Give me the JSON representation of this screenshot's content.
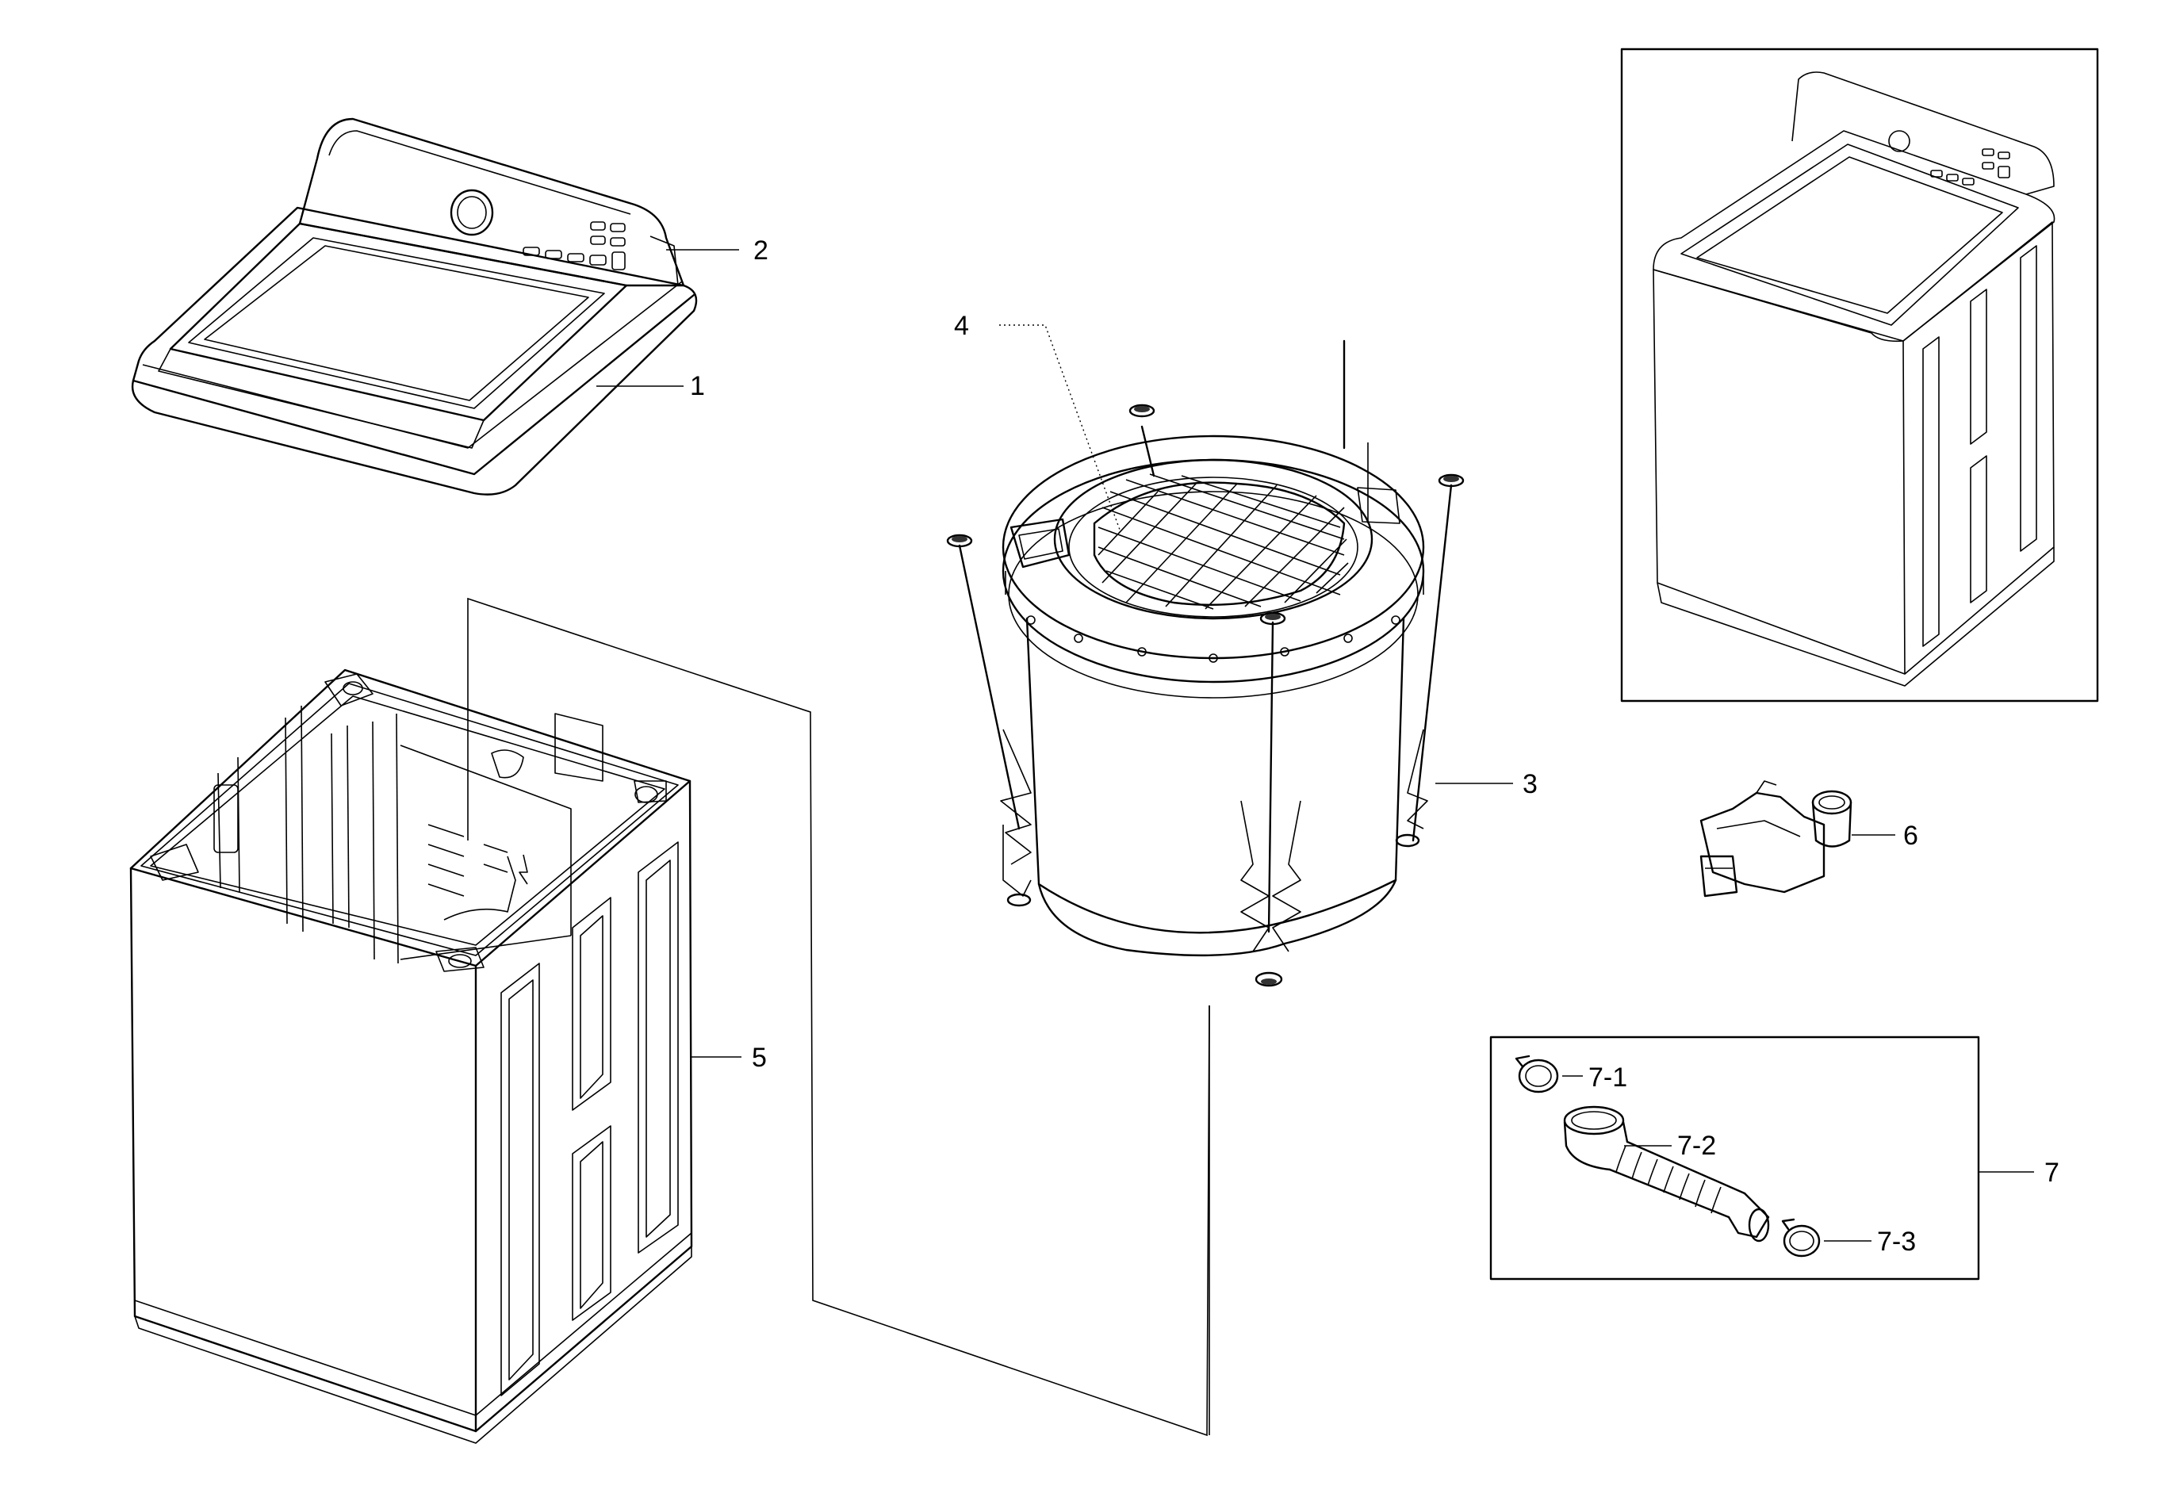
{
  "callouts": {
    "c1": "1",
    "c2": "2",
    "c3": "3",
    "c4": "4",
    "c5": "5",
    "c6": "6",
    "c7": "7",
    "c7_1": "7-1",
    "c7_2": "7-2",
    "c7_3": "7-3"
  },
  "parts": [
    {
      "ref": "1",
      "icon": "top-cover-icon"
    },
    {
      "ref": "2",
      "icon": "control-panel-icon"
    },
    {
      "ref": "3",
      "icon": "tub-assembly-icon"
    },
    {
      "ref": "4",
      "icon": "drum-cover-icon"
    },
    {
      "ref": "5",
      "icon": "cabinet-icon"
    },
    {
      "ref": "6",
      "icon": "drain-pump-icon"
    },
    {
      "ref": "7",
      "icon": "drain-hose-kit-icon"
    },
    {
      "ref": "7-1",
      "icon": "hose-clamp-icon"
    },
    {
      "ref": "7-2",
      "icon": "drain-hose-icon"
    },
    {
      "ref": "7-3",
      "icon": "hose-clamp-icon"
    }
  ],
  "reference_view": {
    "icon": "assembled-washer-icon"
  }
}
